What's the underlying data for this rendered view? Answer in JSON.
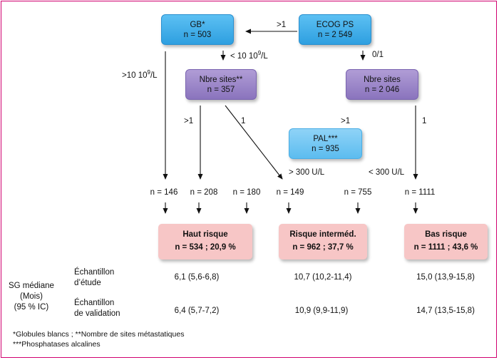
{
  "nodes": {
    "gb": {
      "line1": "GB*",
      "line2": "n = 503"
    },
    "ecog": {
      "line1": "ECOG PS",
      "line2": "n = 2 549"
    },
    "sites_left": {
      "line1": "Nbre sites**",
      "line2": "n = 357"
    },
    "sites_right": {
      "line1": "Nbre sites",
      "line2": "n = 2 046"
    },
    "pal": {
      "line1": "PAL***",
      "line2": "n = 935"
    }
  },
  "edge_labels": {
    "ecog_to_gb": ">1",
    "gb_to_sites": "< 10 10",
    "gb_to_sites_sup": "9",
    "gb_to_sites_unit": "/L",
    "ecog_to_sites": "0/1",
    "gb_high": ">10 10",
    "gb_high_sup": "9",
    "gb_high_unit": "/L",
    "sites_left_gt1": ">1",
    "sites_left_1": "1",
    "pal_gt1": ">1",
    "sites_right_1": "1",
    "pal_high": "> 300 U/L",
    "pal_low": "< 300 U/L"
  },
  "counts": [
    "n = 146",
    "n = 208",
    "n = 180",
    "n = 149",
    "n = 755",
    "n = 1111"
  ],
  "risk_groups": [
    {
      "label": "Haut risque",
      "stat": "n = 534 ; 20,9 %"
    },
    {
      "label": "Risque interméd.",
      "stat": "n = 962 ; 37,7 %"
    },
    {
      "label": "Bas risque",
      "stat": "n = 1111 ; 43,6 %"
    }
  ],
  "survival": {
    "title_lines": [
      "SG médiane",
      "(Mois)",
      "(95 % IC)"
    ],
    "study_lines": [
      "Échantillon",
      "d’étude"
    ],
    "validation_lines": [
      "Échantillon",
      "de validation"
    ],
    "study_values": [
      "6,1 (5,6-6,8)",
      "10,7 (10,2-11,4)",
      "15,0 (13,9-15,8)"
    ],
    "validation_values": [
      "6,4 (5,7-7,2)",
      "10,9 (9,9-11,9)",
      "14,7 (13,5-15,8)"
    ]
  },
  "footnotes": [
    "*Globules blancs ; **Nombre de sites métastatiques",
    "***Phosphatases alcalines"
  ],
  "colors": {
    "frame": "#d0006f",
    "blue": "#2e9fe0",
    "purple": "#8a74bd",
    "risk": "#f7c6c6"
  }
}
